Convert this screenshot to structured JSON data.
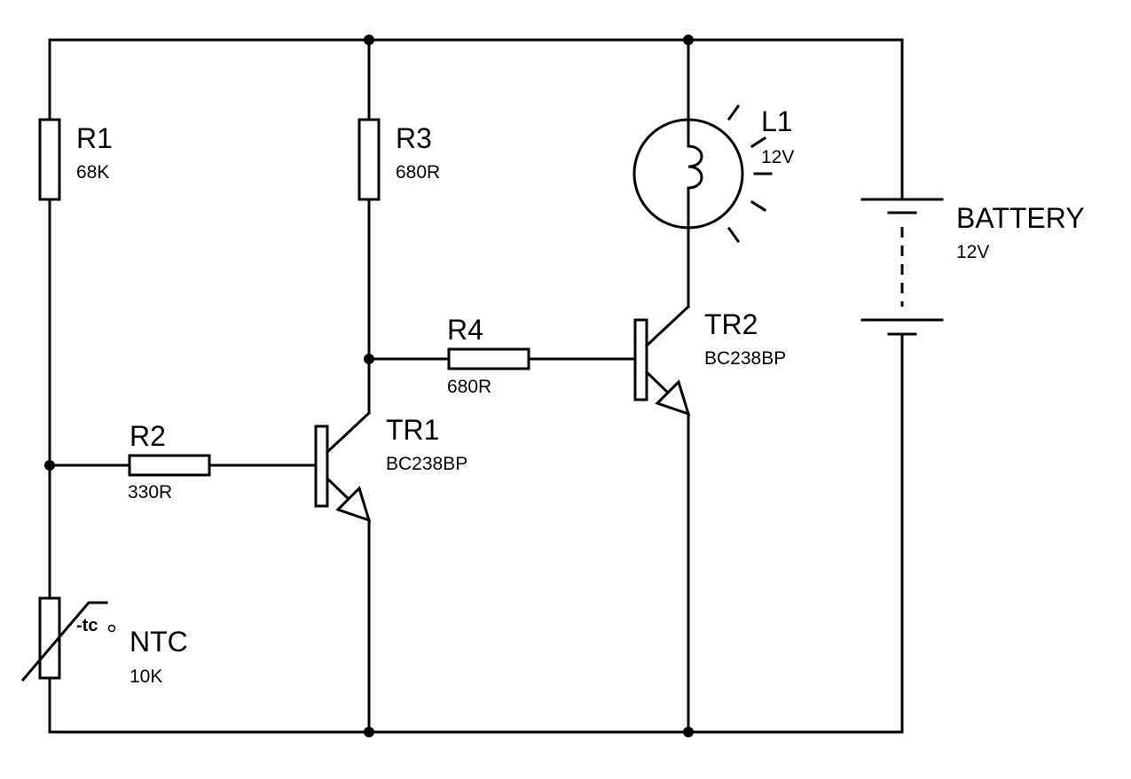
{
  "components": {
    "r1": {
      "name": "R1",
      "value": "68K"
    },
    "r2": {
      "name": "R2",
      "value": "330R"
    },
    "r3": {
      "name": "R3",
      "value": "680R"
    },
    "r4": {
      "name": "R4",
      "value": "680R"
    },
    "ntc": {
      "name": "NTC",
      "value": "10K",
      "symbol_label": "-tc"
    },
    "tr1": {
      "name": "TR1",
      "value": "BC238BP"
    },
    "tr2": {
      "name": "TR2",
      "value": "BC238BP"
    },
    "l1": {
      "name": "L1",
      "value": "12V"
    },
    "battery": {
      "name": "BATTERY",
      "value": "12V"
    }
  },
  "colors": {
    "ink": "#000000",
    "paper": "#ffffff"
  }
}
